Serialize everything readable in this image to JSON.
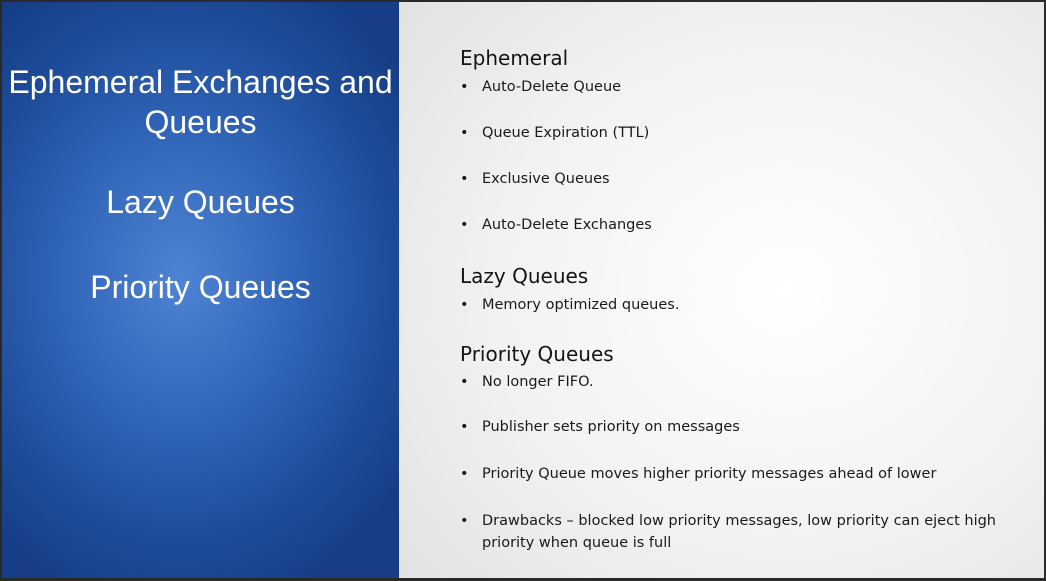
{
  "left_panel": {
    "title_1": "Ephemeral Exchanges and Queues",
    "title_2": "Lazy Queues",
    "title_3": "Priority Queues"
  },
  "sections": [
    {
      "heading": "Ephemeral",
      "bullets": [
        "Auto-Delete Queue",
        "Queue Expiration (TTL)",
        "Exclusive Queues",
        "Auto-Delete Exchanges"
      ]
    },
    {
      "heading": "Lazy Queues",
      "bullets": [
        "Memory optimized queues."
      ]
    },
    {
      "heading": "Priority Queues",
      "bullets": [
        "No longer FIFO.",
        "Publisher sets priority on messages",
        "Priority Queue moves higher priority messages ahead of lower",
        "Drawbacks – blocked low priority messages, low priority can eject high priority when queue is full"
      ]
    }
  ],
  "bullet_glyph": "•"
}
